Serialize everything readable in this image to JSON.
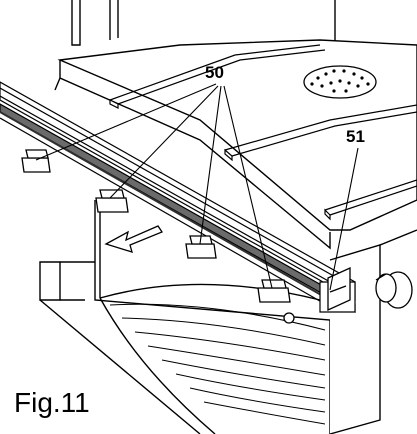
{
  "figure": {
    "caption": "Fig.11"
  },
  "callouts": {
    "c50": "50",
    "c51": "51"
  },
  "colors": {
    "ink": "#000000",
    "paper": "#ffffff",
    "rail_shade": "#6b6b6b",
    "rail_dark": "#2f2f2f",
    "grey_fill": "#d8d8d8"
  }
}
